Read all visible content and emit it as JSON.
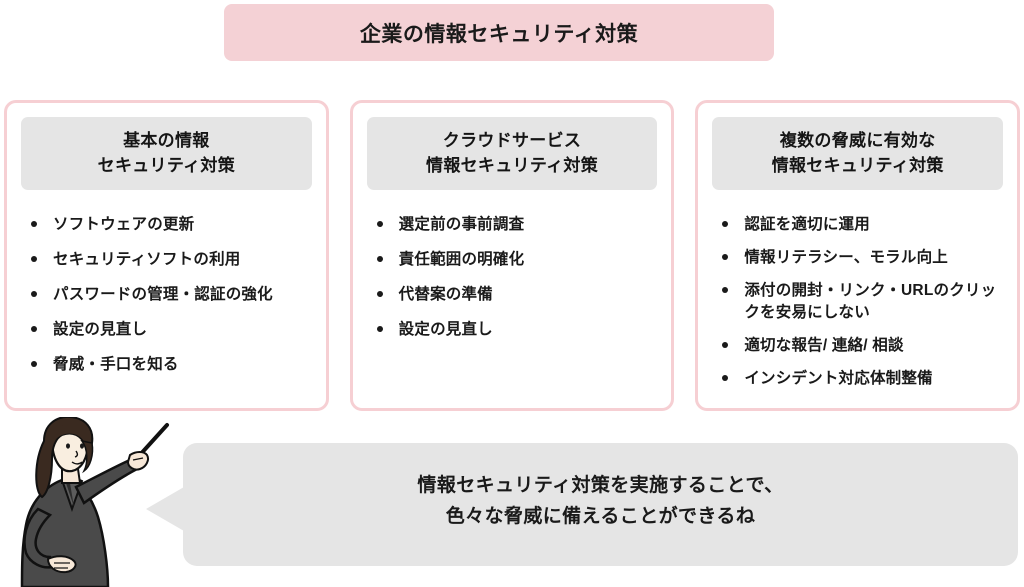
{
  "title": {
    "text": "企業の情報セキュリティ対策",
    "background_color": "#f4d1d5"
  },
  "cards": [
    {
      "header_line1": "基本の情報",
      "header_line2": "セキュリティ対策",
      "items": [
        "ソフトウェアの更新",
        "セキュリティソフトの利用",
        "パスワードの管理・認証の強化",
        "設定の見直し",
        "脅威・手口を知る"
      ]
    },
    {
      "header_line1": "クラウドサービス",
      "header_line2": "情報セキュリティ対策",
      "items": [
        "選定前の事前調査",
        "責任範囲の明確化",
        "代替案の準備",
        "設定の見直し"
      ]
    },
    {
      "header_line1": "複数の脅威に有効な",
      "header_line2": "情報セキュリティ対策",
      "items": [
        "認証を適切に運用",
        "情報リテラシー、モラル向上",
        "添付の開封・リンク・URLのクリックを安易にしない",
        "適切な報告/ 連絡/ 相談",
        "インシデント対応体制整備"
      ]
    }
  ],
  "speech_bubble": {
    "line1": "情報セキュリティ対策を実施することで、",
    "line2": "色々な脅威に備えることができるね",
    "background_color": "#e5e5e5"
  },
  "illustration": {
    "name": "woman-presenter-with-pointer",
    "suit_color": "#4a4a4a",
    "hair_color": "#3a2a20",
    "skin_color": "#f7e8d8",
    "pointer_color": "#1a1a1a"
  },
  "colors": {
    "card_border": "#f6cfd3",
    "card_header_bg": "#e5e5e5",
    "text": "#1a1a1a",
    "page_bg": "#ffffff"
  }
}
